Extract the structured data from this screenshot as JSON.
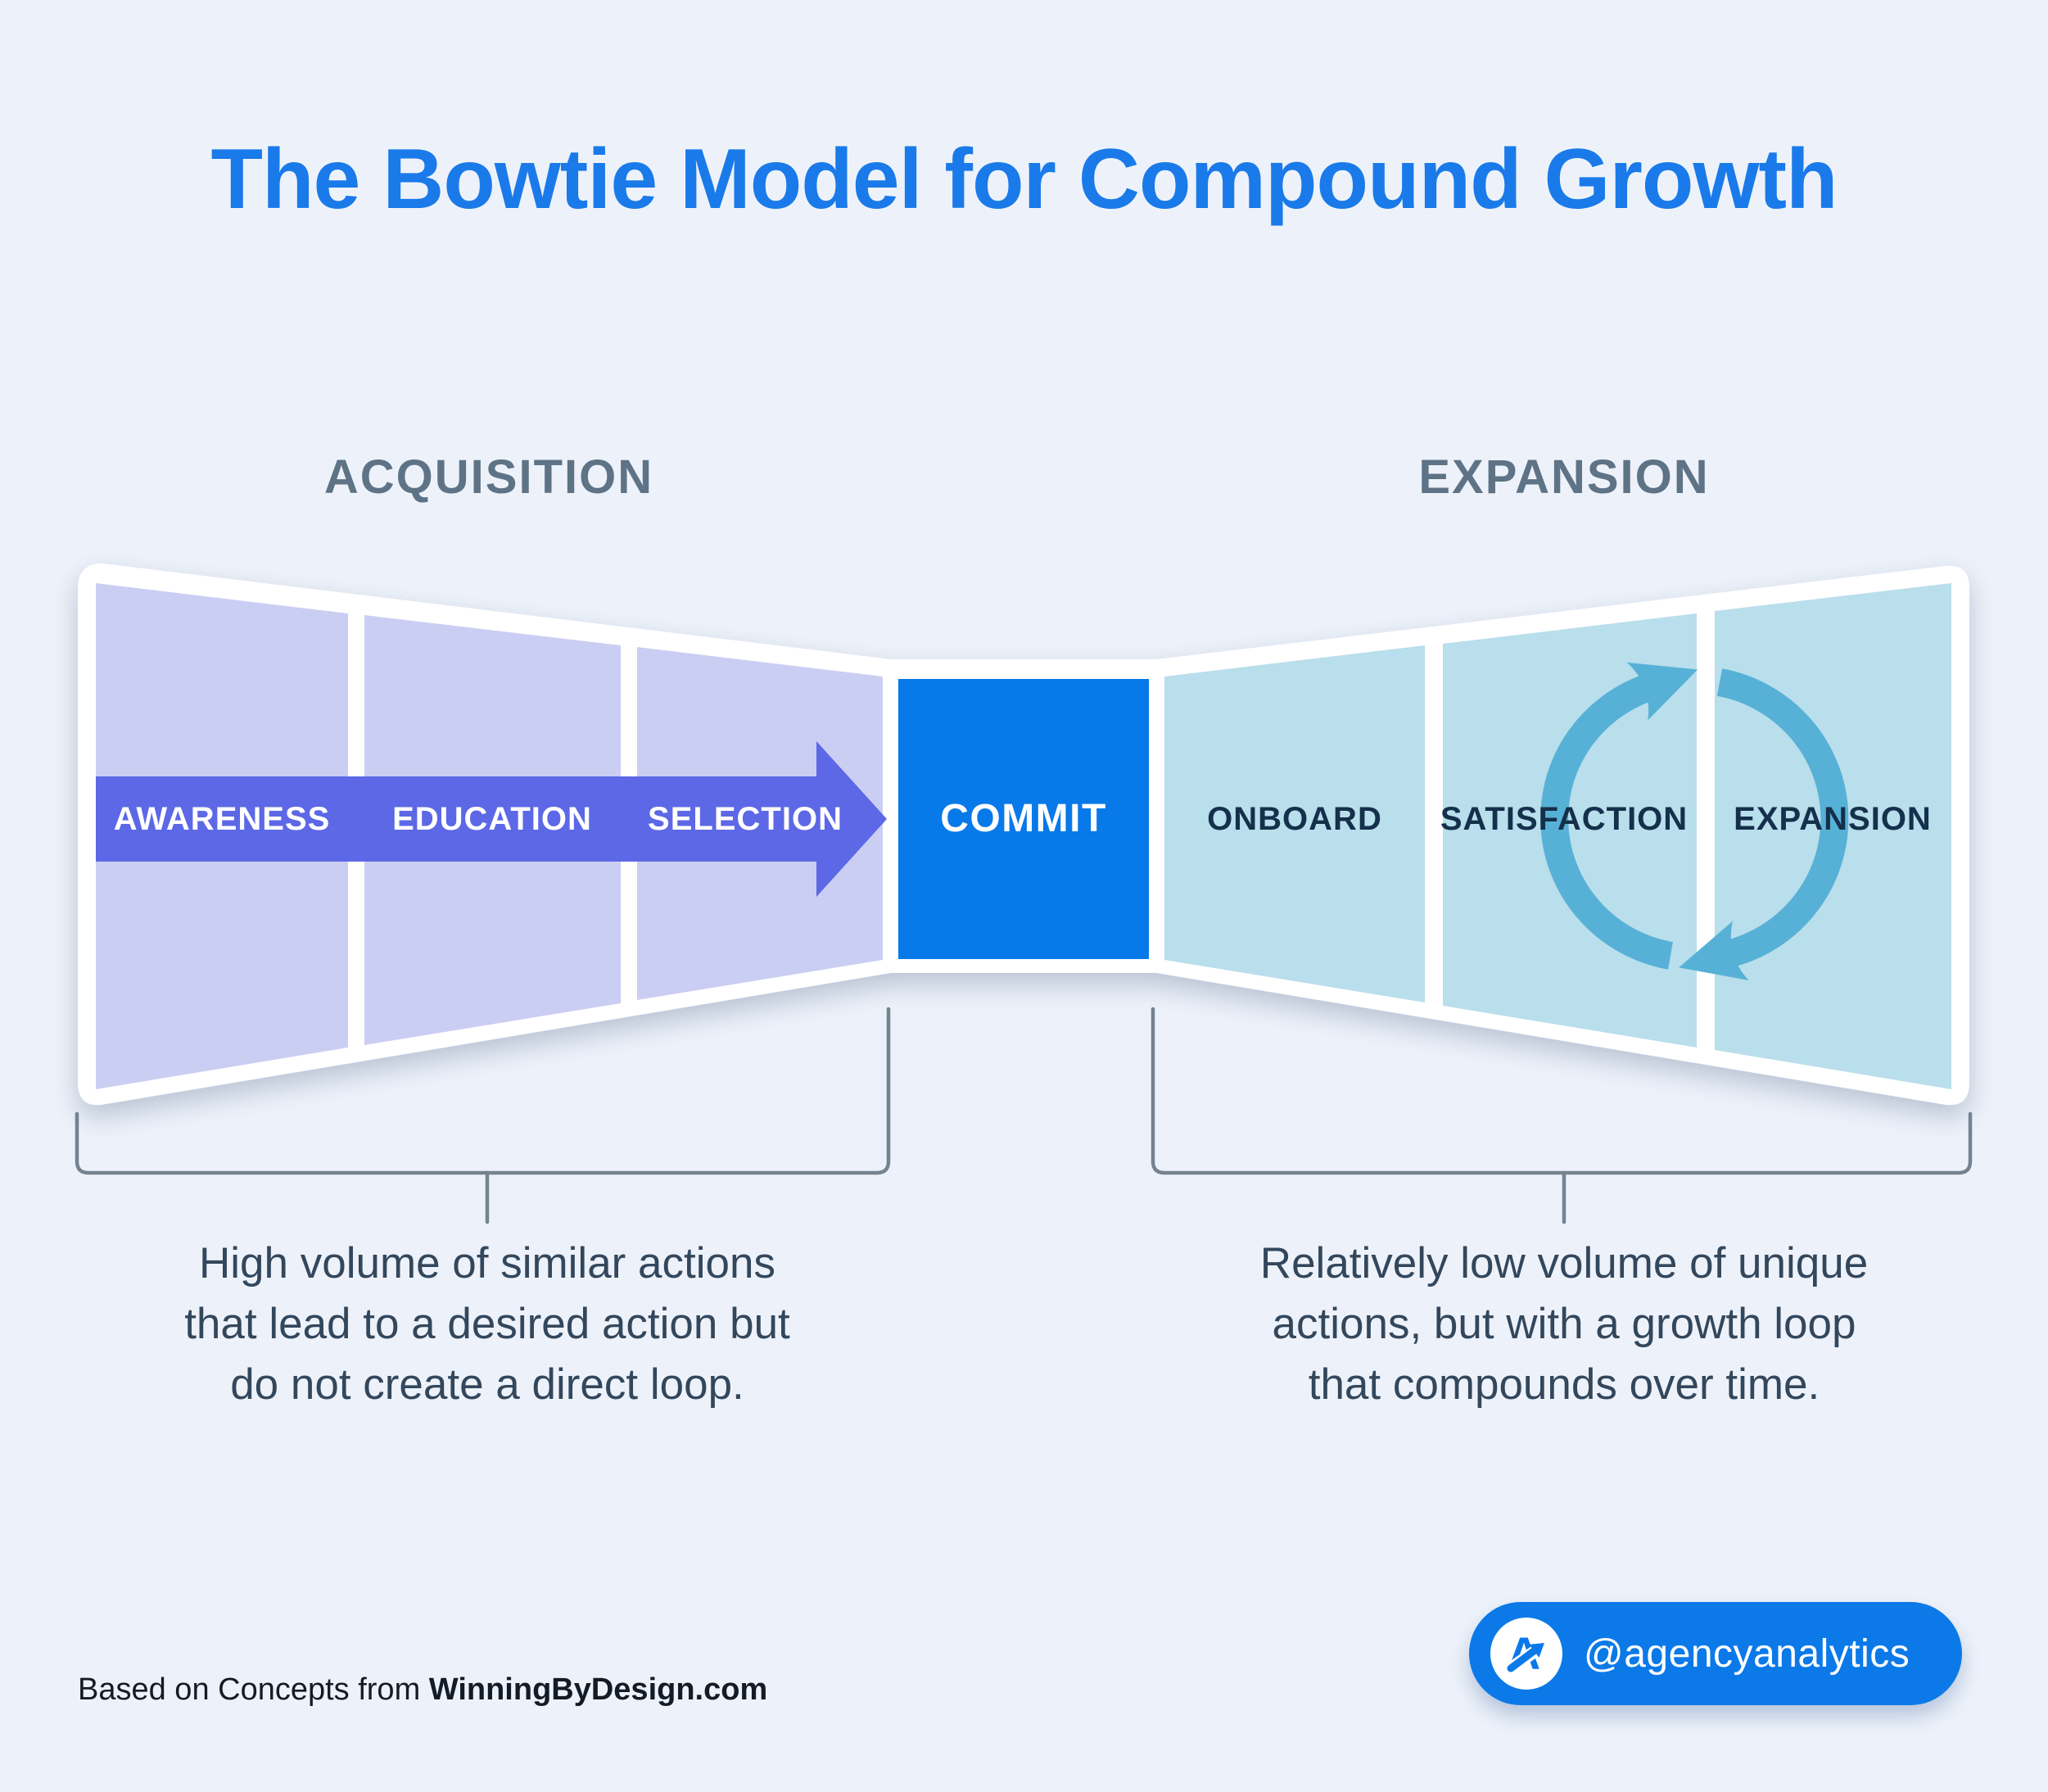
{
  "title": "The Bowtie Model for Compound Growth",
  "sections": {
    "left": "ACQUISITION",
    "right": "EXPANSION"
  },
  "funnel": {
    "acquisition_stages": [
      "AWARENESS",
      "EDUCATION",
      "SELECTION"
    ],
    "commit": "COMMIT",
    "expansion_stages": [
      "ONBOARD",
      "SATISFACTION",
      "EXPANSION"
    ]
  },
  "descriptions": {
    "acquisition": "High volume of similar actions\nthat lead to a desired action but\ndo not create a direct loop.",
    "expansion": "Relatively low volume of unique\nactions, but with a growth loop\nthat compounds over time."
  },
  "footer": {
    "attribution_prefix": "Based on Concepts from ",
    "attribution_brand": "WinningByDesign.com",
    "social_handle": "@agencyanalytics"
  },
  "icons": {
    "funnel_arrow": "right-arrow-icon",
    "growth_loop": "cycle-arrows-icon",
    "logo": "agencyanalytics-a-arrow-icon"
  },
  "colors": {
    "background": "#edf2fa",
    "title_blue": "#1a7ae9",
    "section_gray": "#5e7385",
    "acquisition_panel": "#cbcef3",
    "funnel_arrow_purple": "#5c68e6",
    "commit_blue": "#0879e9",
    "expansion_panel": "#b9deec",
    "growth_loop_blue": "#57b1d6",
    "stage_navy": "#14304a",
    "description_slate": "#33475c",
    "bracket_gray": "#75838f",
    "pill_blue": "#0c79e8"
  }
}
